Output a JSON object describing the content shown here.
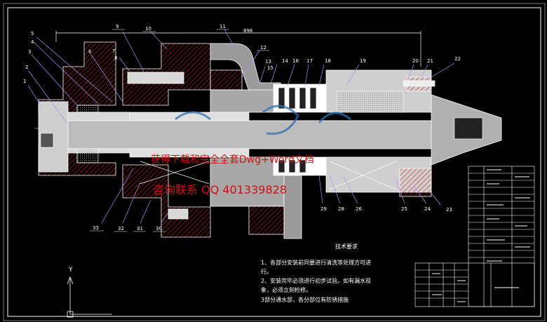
{
  "drawing": {
    "dimension_top": "896",
    "callouts_top": [
      "1",
      "2",
      "3",
      "4",
      "5",
      "6",
      "7",
      "8",
      "9",
      "10",
      "11",
      "12",
      "13",
      "14",
      "15",
      "16",
      "17",
      "18",
      "19",
      "20",
      "21",
      "22"
    ],
    "callouts_bottom": [
      "33",
      "32",
      "31",
      "30",
      "29",
      "28",
      "26",
      "25",
      "24",
      "23"
    ],
    "axis_y_label": "Y",
    "colors": {
      "background": "#000000",
      "line": "#ffffff",
      "hatch": "#d02020",
      "body": "#c8c8c8",
      "dark_fill": "#6b6b6b",
      "leader": "#b08cff",
      "watermark": "#d01010",
      "logo": "#2f6fb0"
    }
  },
  "notes": {
    "title": "技术要求",
    "lines": [
      "1、各部分安装前同要进行清洗等处理方可进",
      "行。",
      "2、安装完毕必须进行初步试验。如有漏水现",
      "象，必须立刻检修。",
      "3部分通水部，各分部位有防锈措施"
    ]
  },
  "watermark": {
    "line1": "全套Dwg+Word文档",
    "line1_prefix": "获得下载和完全",
    "line2": "联系 QQ 401339828",
    "line2_prefix": "咨询"
  }
}
